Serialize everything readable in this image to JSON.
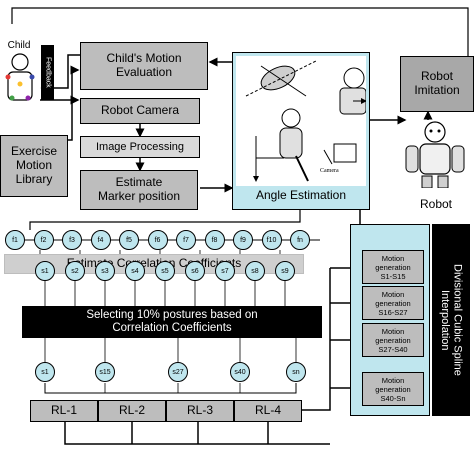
{
  "child_label": "Child",
  "feedback_label": "Feedback",
  "boxes": {
    "motion_evaluation": "Child's Motion\nEvaluation",
    "robot_camera": "Robot Camera",
    "exercise_library": "Exercise\nMotion\nLibrary",
    "image_processing": "Image Processing",
    "estimate_marker": "Estimate\nMarker position",
    "angle_estimation": "Angle Estimation",
    "camera_label": "Camera",
    "robot_imitation": "Robot\nImitation",
    "robot_label": "Robot",
    "correlation": "Estimate Correlation Coefficients",
    "selecting": "Selecting 10% postures based on\nCorrelation Coefficients",
    "interpolation": "Divisional Cubic Spline\nInterpolation"
  },
  "feature_nodes": [
    "f1",
    "f2",
    "f3",
    "f4",
    "f5",
    "f6",
    "f7",
    "f8",
    "f9",
    "f10",
    "fn"
  ],
  "posture_nodes": [
    "s1",
    "s2",
    "s3",
    "s4",
    "s5",
    "s6",
    "s7",
    "s8",
    "s9"
  ],
  "selected_nodes": [
    "s1",
    "s15",
    "s27",
    "s40",
    "sn"
  ],
  "rl_blocks": [
    "RL-1",
    "RL-2",
    "RL-3",
    "RL-4"
  ],
  "motion_generation": [
    "Motion\ngeneration\nS1-S15",
    "Motion\ngeneration\nS16-S27",
    "Motion\ngeneration\nS27-S40",
    "Motion\ngeneration\nS40-Sn"
  ],
  "colors": {
    "gray_box": "#bdbdbd",
    "node_fill": "#bfe6ee",
    "black_box": "#000000"
  }
}
